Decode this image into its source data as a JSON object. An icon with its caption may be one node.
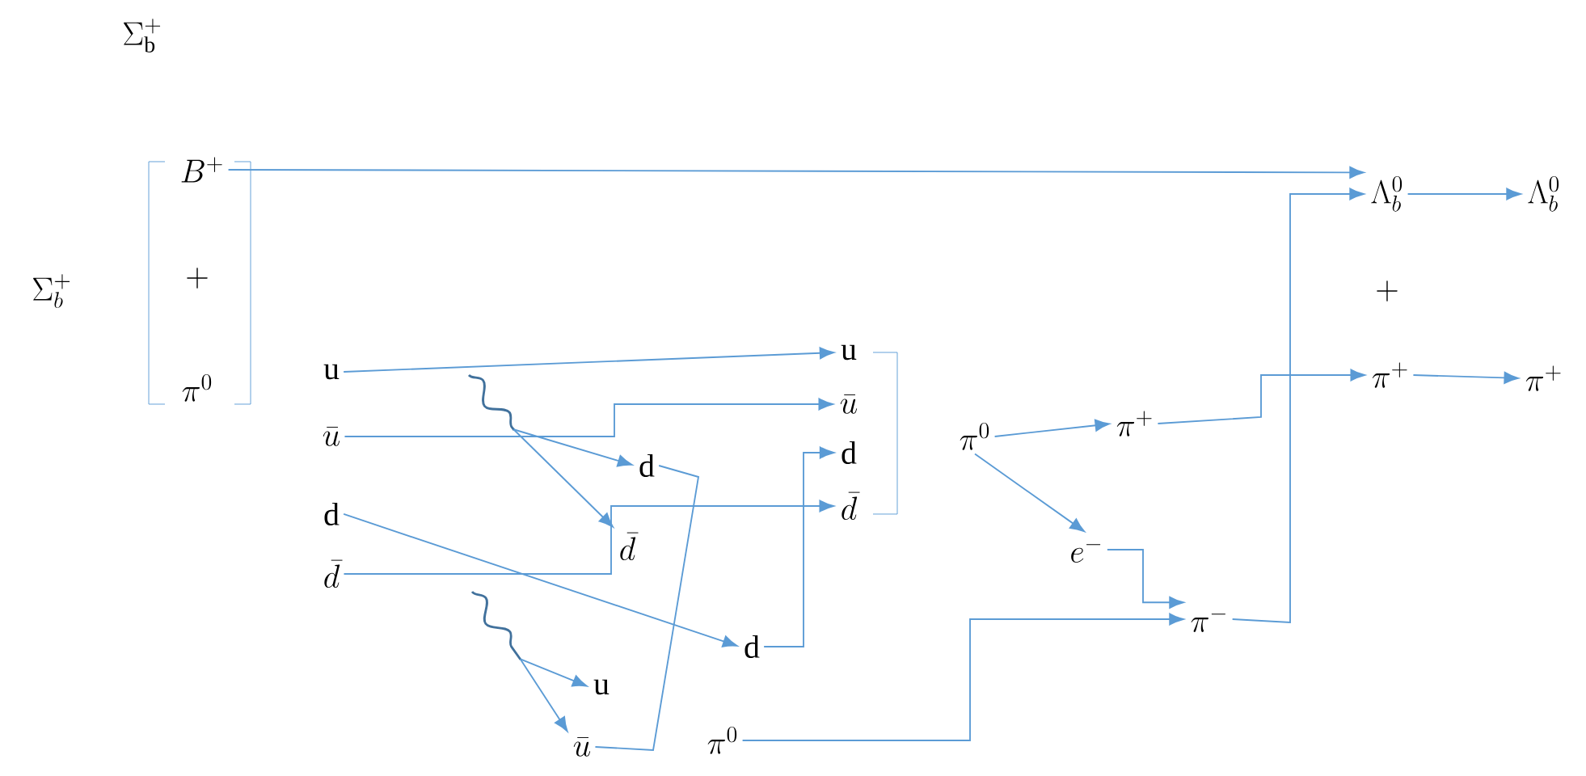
{
  "diagram": {
    "nodes": [
      {
        "text": [
          "B^{+}"
        ]
      },
      {
        "text": [
          "\\pi^{0}"
        ]
      },
      {
        "text": [
          "\\mathrm{u}"
        ]
      },
      {
        "text": [
          "\\bar{u}"
        ]
      },
      {
        "text": [
          "\\mathrm{d}"
        ]
      },
      {
        "text": [
          "\\bar{d}"
        ]
      },
      {
        "text": [
          "\\mathrm{d}"
        ]
      },
      {
        "text": [
          "\\bar{d}"
        ]
      },
      {
        "text": [
          "\\mathrm{u}"
        ]
      },
      {
        "text": [
          "\\bar{u}"
        ]
      },
      {
        "text": [
          "\\mathrm{u}"
        ]
      },
      {
        "text": [
          "\\bar{u}"
        ]
      },
      {
        "text": [
          "\\mathrm{d}"
        ]
      },
      {
        "text": [
          "\\bar{d}"
        ]
      },
      {
        "text": [
          "\\mathrm{d}"
        ]
      },
      {
        "text": [
          "\\pi^{0}"
        ]
      },
      {
        "text": [
          "\\pi^{0}"
        ]
      },
      {
        "text": [
          "\\pi^{+}"
        ]
      },
      {
        "text": [
          "e^{-}"
        ]
      },
      {
        "text": [
          "\\pi^{-}"
        ]
      },
      {
        "text": [
          "\\Lambda_b^{0}"
        ]
      },
      {
        "text": [
          "\\pi^{+}"
        ]
      },
      {
        "text": [
          "\\Lambda_b^{0}"
        ]
      },
      {
        "text": [
          "\\pi^{+}"
        ]
      },
      {
        "text": [],
        "shape": "wave"
      },
      {
        "text": [],
        "shape": "wave"
      }
    ],
    "edges": [
      {
        "from": 0,
        "to": 20,
        "arrow": "to"
      },
      {
        "from": 2,
        "to": 10,
        "arrow": "to"
      },
      {
        "from": 3,
        "to": 11,
        "arrow": "to"
      },
      {
        "from": 5,
        "to": 13,
        "arrow": "to"
      },
      {
        "from": 4,
        "to": 14,
        "arrow": "to"
      },
      {
        "from": 14,
        "to": 12,
        "arrow": "to"
      },
      {
        "from": 6,
        "to": 9,
        "arrow": "none"
      },
      {
        "from": 24,
        "to": 6,
        "arrow": "to"
      },
      {
        "from": 24,
        "to": 7,
        "arrow": "to"
      },
      {
        "from": 25,
        "to": 8,
        "arrow": "to"
      },
      {
        "from": 25,
        "to": 9,
        "arrow": "to"
      },
      {
        "from": 15,
        "to": 19,
        "arrow": "to"
      },
      {
        "from": 16,
        "to": 17,
        "arrow": "to"
      },
      {
        "from": 16,
        "to": 18,
        "arrow": "to"
      },
      {
        "from": 18,
        "to": 19,
        "arrow": "to"
      },
      {
        "from": 17,
        "to": 21,
        "arrow": "to"
      },
      {
        "from": 19,
        "to": 20,
        "arrow": "to"
      },
      {
        "from": 20,
        "to": 22,
        "arrow": "to"
      },
      {
        "from": 21,
        "to": 23,
        "arrow": "to"
      }
    ],
    "labels": [
      "\\Sigma_{\\mathrm{b}}^{+}",
      "\\Sigma_b^{+}",
      "+",
      "+"
    ]
  }
}
